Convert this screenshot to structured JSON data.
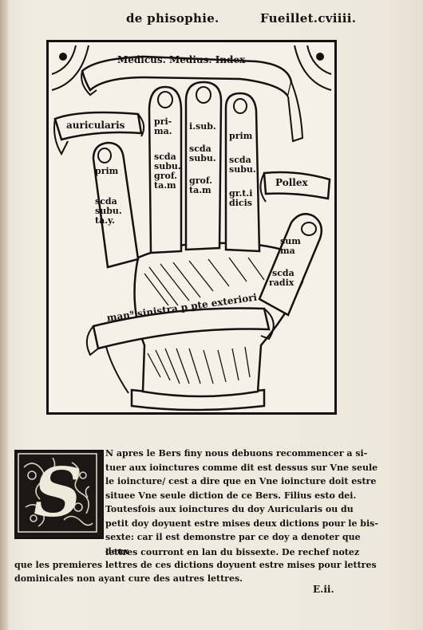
{
  "running_head": {
    "left": "de phisophie.",
    "right": "Fueillet.cviiii."
  },
  "woodcut": {
    "top_banner": "Medicus.  Medius.  Index",
    "left_banner": "auricularis",
    "right_banner": "Pollex",
    "bottom_banner": "man⁹ sinistra p pte exteriori",
    "fingers": {
      "little": [
        "prim",
        "scda",
        "subu.",
        "ta.y."
      ],
      "ring": [
        "pri-",
        "ma.",
        "scda",
        "subu.",
        "grof.",
        "ta.m"
      ],
      "middle": [
        "i.sub.",
        "scda",
        "subu.",
        "grof.",
        "ta.m"
      ],
      "index": [
        "prim",
        "scda",
        "subu.",
        "gr.t.i",
        "dicis"
      ],
      "thumb": [
        "sum",
        "ma",
        "scda",
        "radix"
      ]
    }
  },
  "initial_letter": "S",
  "body": {
    "lines": [
      "N apres le Bers finy nous debuons recommencer a si-",
      "tuer aux ioinctures comme dit est dessus sur Vne seule",
      "le ioincture/ cest a dire que en Vne ioincture doit estre",
      "situee Vne seule diction de ce Bers. Filius esto dei.",
      "Toutesfois aux ioinctures du doy Auricularis ou du",
      "petit doy doyuent estre mises deux dictions pour le bis-",
      "sexte: car il est demonstre par ce doy a denoter que deux"
    ],
    "full_lines": [
      "lettres courront en lan du bissexte. De rechef notez",
      "que les premieres lettres de ces dictions doyuent estre mises pour lettres",
      "dominicales non ayant cure des autres lettres."
    ],
    "signature": "E.ii."
  },
  "colors": {
    "ink": "#141210",
    "paper": "#f1ece2"
  }
}
